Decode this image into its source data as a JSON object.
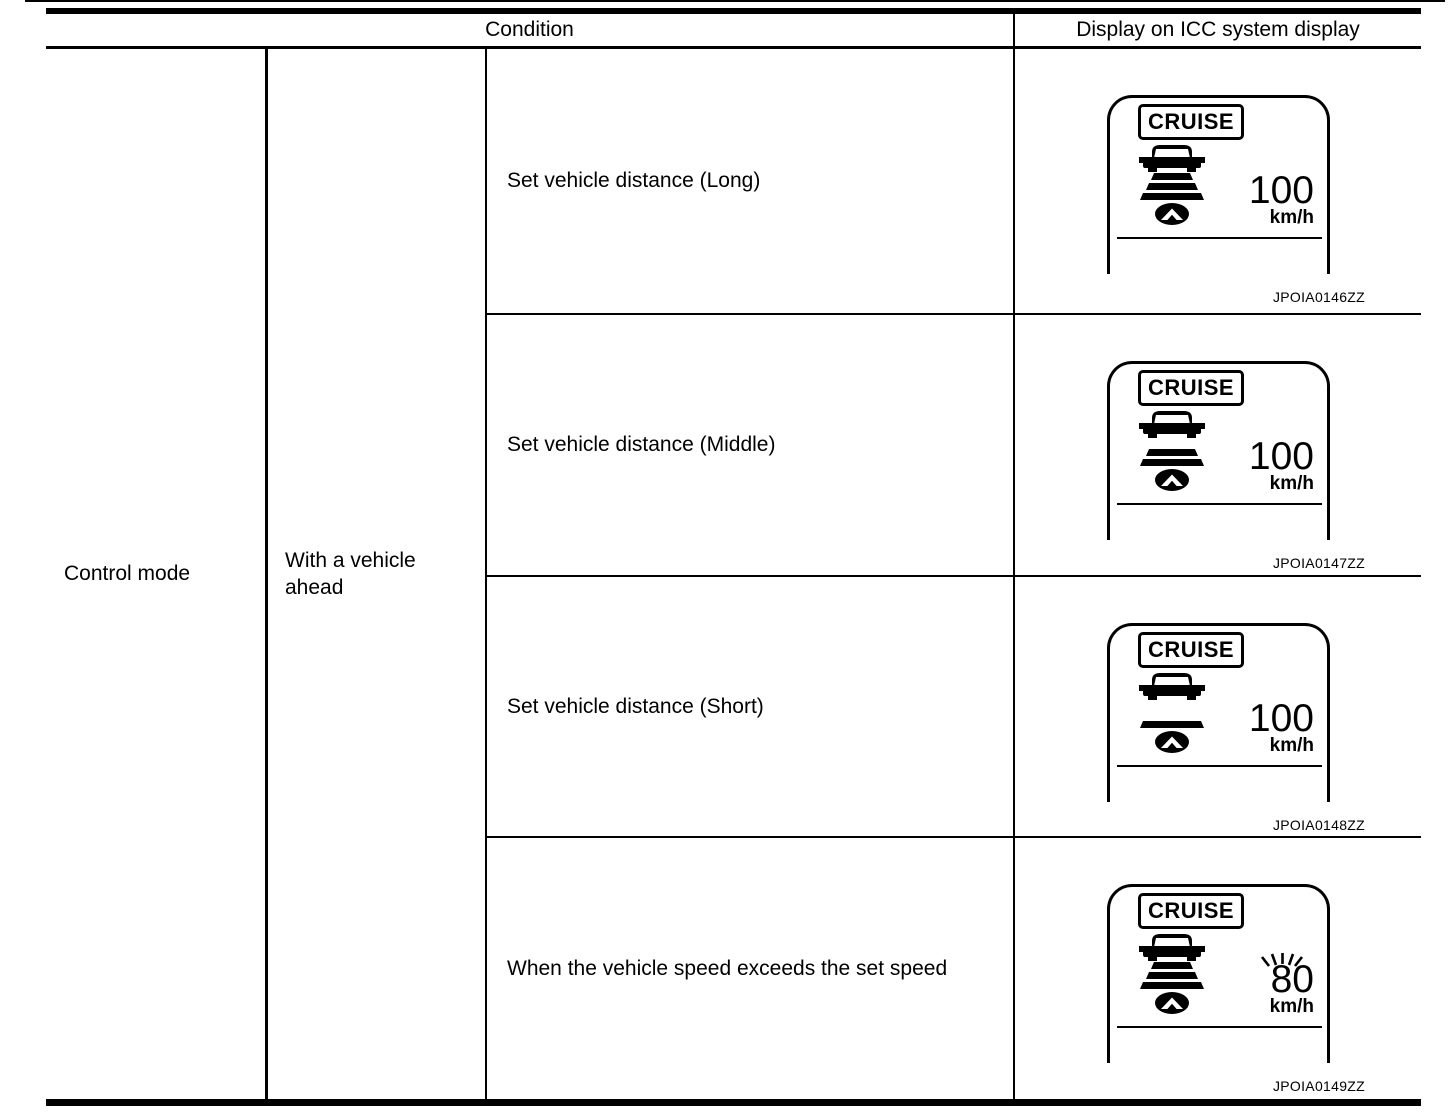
{
  "page": {
    "background": "#ffffff",
    "ink": "#000000"
  },
  "table": {
    "header": {
      "condition_label": "Condition",
      "display_label": "Display on ICC system display"
    },
    "merged": {
      "control_mode": "Control mode",
      "with_vehicle_ahead": "With a vehicle ahead"
    },
    "rows": [
      {
        "condition": "Set vehicle distance (Long)",
        "badge": "CRUISE",
        "speed": "100",
        "unit": "km/h",
        "bars": 3,
        "flashing": false,
        "code": "JPOIA0146ZZ"
      },
      {
        "condition": "Set vehicle distance (Middle)",
        "badge": "CRUISE",
        "speed": "100",
        "unit": "km/h",
        "bars": 2,
        "flashing": false,
        "code": "JPOIA0147ZZ"
      },
      {
        "condition": "Set vehicle distance (Short)",
        "badge": "CRUISE",
        "speed": "100",
        "unit": "km/h",
        "bars": 1,
        "flashing": false,
        "code": "JPOIA0148ZZ"
      },
      {
        "condition": "When the vehicle speed exceeds the set speed",
        "badge": "CRUISE",
        "speed": "80",
        "unit": "km/h",
        "bars": 3,
        "flashing": true,
        "code": "JPOIA0149ZZ"
      }
    ],
    "icons": {
      "preceding_vehicle": "car-rear-icon",
      "distance_bars": "set-distance-bars-icon",
      "own_vehicle": "chevron-up-oval-icon",
      "flashing": "flash-rays-icon"
    }
  }
}
